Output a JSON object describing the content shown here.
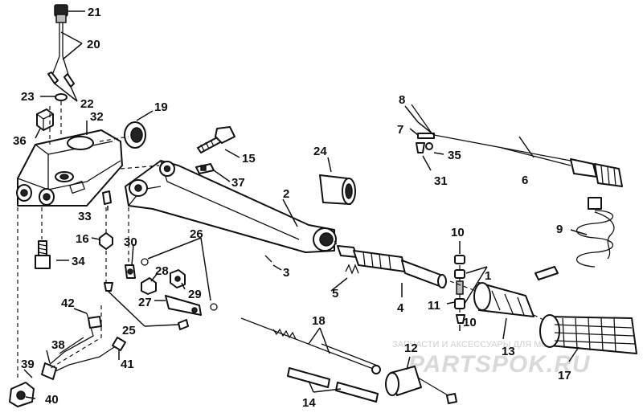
{
  "callouts": {
    "c1": "1",
    "c2": "2",
    "c3": "3",
    "c4": "4",
    "c5": "5",
    "c6": "6",
    "c7": "7",
    "c8": "8",
    "c9": "9",
    "c10a": "10",
    "c10b": "10",
    "c11": "11",
    "c12": "12",
    "c13": "13",
    "c14": "14",
    "c15": "15",
    "c16": "16",
    "c17": "17",
    "c18": "18",
    "c19": "19",
    "c20": "20",
    "c21": "21",
    "c22": "22",
    "c23": "23",
    "c24": "24",
    "c25": "25",
    "c26": "26",
    "c27": "27",
    "c28": "28",
    "c29": "29",
    "c30": "30",
    "c31": "31",
    "c32": "32",
    "c33": "33",
    "c34": "34",
    "c35": "35",
    "c36": "36",
    "c37": "37",
    "c38": "38",
    "c39": "39",
    "c40": "40",
    "c41": "41",
    "c42": "42"
  },
  "watermark": {
    "tagline": "ЗАПЧАСТИ И АКСЕССУАРЫ ДЛЯ МОТО",
    "brand": "PARTSPOK.RU"
  }
}
